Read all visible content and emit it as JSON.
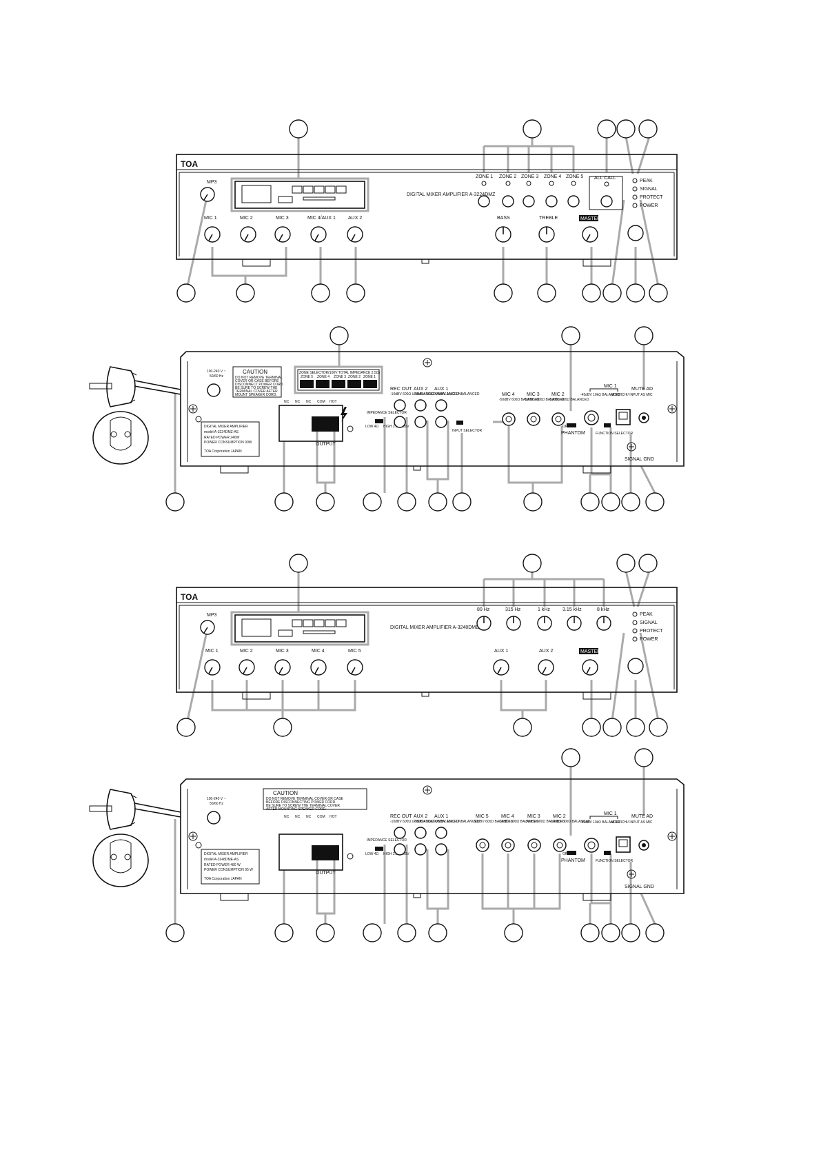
{
  "front_a": {
    "brand": "TOA",
    "model_label": "DIGITAL MIXER AMPLIFIER   A-3224DMZ",
    "mp3": "MP3",
    "zone_labels": [
      "ZONE 1",
      "ZONE 2",
      "ZONE 3",
      "ZONE 4",
      "ZONE 5"
    ],
    "all_call": "ALL CALL",
    "indicators": [
      "PEAK",
      "SIGNAL",
      "PROTECT",
      "POWER"
    ],
    "knob_labels": [
      "MIC 1",
      "MIC 2",
      "MIC 3",
      "MIC 4/AUX 1",
      "AUX 2"
    ],
    "bass": "BASS",
    "treble": "TREBLE",
    "master": "MASTER"
  },
  "rear_a": {
    "power_spec": [
      "100-240 V ~",
      "50/60 Hz"
    ],
    "caution": "CAUTION",
    "caution_lines": [
      "DO NOT REMOVE TERMINAL",
      "COVER OR CASE BEFORE",
      "DISCONNECT POWER CORD.",
      "BE SURE TO SCREW THE",
      "TERMINAL COVER AFTER",
      "MOUNT SPEAKER CORD."
    ],
    "zone_selector": "ZONE SELECTOR(100V TOTAL IMPEDANCE 2.5Ω)",
    "zone_small": [
      "ZONE 5",
      "ZONE 4",
      "ZONE 3",
      "ZONE 2",
      "ZONE 1"
    ],
    "terminal_labels": [
      "NC",
      "NC",
      "NC",
      "COM",
      "HOT"
    ],
    "output": "OUTPUT",
    "impedance_selector": "IMPEDANCE SELECTOR",
    "imp_low": "LOW 4Ω",
    "imp_high": "HIGH 2.5Ω 100V",
    "jack_groups": [
      {
        "name": "REC OUT",
        "sub": "-10dBV 600Ω UNBALANCED"
      },
      {
        "name": "AUX 2",
        "sub": "-10dBV 10kΩ UNBALANCED"
      },
      {
        "name": "AUX 1",
        "sub": "-10dBV 10kΩ UNBALANCED"
      }
    ],
    "input_selector": "INPUT SELECTOR",
    "mic_jacks": [
      {
        "name": "MIC 4",
        "sub": "-50dBV 600Ω BALANCED"
      },
      {
        "name": "MIC 3",
        "sub": "-50dBV 600Ω BALANCED"
      },
      {
        "name": "MIC 2",
        "sub": "-50dBV 600Ω BALANCED"
      }
    ],
    "phantom": "PHANTOM",
    "phantom_off_on": "OFF  ON",
    "mic1": "MIC 1",
    "mic1_sub_left": "-45dBV 10kΩ BALANCED",
    "mic1_sub_right": "MDIO/ICHI/ INPUT AS MIC",
    "function_selector": "FUNCTION SELECTOR",
    "mute_ad": "MUTE AD",
    "signal_gnd": "SIGNAL GND",
    "label_plate": [
      "DIGITAL MIXER AMPLIFIER",
      "model   A-3224DMZ-AS",
      "RATED POWER            240W",
      "POWER CONSUMPTION       90W",
      "TOA Corporation JAPAN"
    ]
  },
  "front_b": {
    "brand": "TOA",
    "model_label": "DIGITAL MIXER AMPLIFIER A-3248DME",
    "mp3": "MP3",
    "eq_labels": [
      "80 Hz",
      "315 Hz",
      "1 kHz",
      "3.15 kHz",
      "8 kHz"
    ],
    "indicators": [
      "PEAK",
      "SIGNAL",
      "PROTECT",
      "POWER"
    ],
    "knob_labels": [
      "MIC 1",
      "MIC 2",
      "MIC 3",
      "MIC 4",
      "MIC 5"
    ],
    "aux_labels": [
      "AUX 1",
      "AUX 2"
    ],
    "master": "MASTER"
  },
  "rear_b": {
    "power_spec": [
      "100-240 V ~",
      "50/60 Hz"
    ],
    "caution": "CAUTION",
    "caution_lines": [
      "DO NOT REMOVE TERMINAL COVER OR CASE",
      "BEFORE DISCONNECTING POWER CORD.",
      "BE SURE TO SCREW THE TERMINAL COVER",
      "AFTER MOUNTING SPEAKER CORD."
    ],
    "terminal_labels": [
      "NC",
      "NC",
      "NC",
      "COM",
      "HOT"
    ],
    "output": "OUTPUT",
    "impedance_selector": "IMPEDANCE SELECTOR",
    "imp_low": "LOW 4Ω",
    "imp_high": "HIGH 2.5Ω 100V",
    "jack_groups": [
      {
        "name": "REC OUT",
        "sub": "-10dBV 600Ω UNBALANCED"
      },
      {
        "name": "AUX 2",
        "sub": "-10dBV 10kΩ UNBALANCED"
      },
      {
        "name": "AUX 1",
        "sub": "-10dBV 10kΩ UNBALANCED"
      }
    ],
    "mic_jacks": [
      {
        "name": "MIC 5",
        "sub": "-50dBV 600Ω BALANCED"
      },
      {
        "name": "MIC 4",
        "sub": "-50dBV 600Ω BALANCED"
      },
      {
        "name": "MIC 3",
        "sub": "-50dBV 600Ω BALANCED"
      },
      {
        "name": "MIC 2",
        "sub": "-50dBV 600Ω BALANCED"
      }
    ],
    "phantom": "PHANTOM",
    "phantom_off_on": "OFF  ON",
    "mic1": "MIC 1",
    "mic1_sub_left": "-45dBV 10kΩ BALANCED",
    "mic1_sub_right": "MDIO/ICHI/ INPUT AS MIC",
    "function_selector": "FUNCTION SELECTOR",
    "mute_ad": "MUTE AD",
    "signal_gnd": "SIGNAL GND",
    "label_plate": [
      "DIGITAL MIXER AMPLIFIER",
      "model   A-3248DME-AS",
      "RATED POWER            480 W",
      "POWER CONSUMPTION      95 W",
      "TOA Corporation JAPAN"
    ]
  }
}
